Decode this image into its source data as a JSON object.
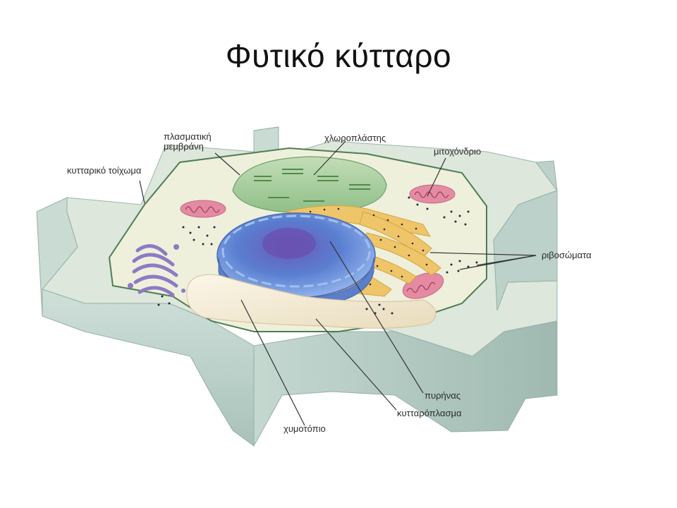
{
  "slide": {
    "title": "Φυτικό κύτταρο"
  },
  "labels": {
    "plasma_membrane_line1": "πλασματική",
    "plasma_membrane_line2": "μεμβράνη",
    "cell_wall": "κυτταρικό τοίχωμα",
    "chloroplast": "χλωροπλάστης",
    "mitochondrion": "μιτοχόνδριο",
    "ribosomes": "ριβοσώματα",
    "nucleus": "πυρήνας",
    "cytoplasm": "κυτταρόπλασμα",
    "vacuole": "χυμοτόπιο"
  },
  "colors": {
    "wall_top": "#dfe8de",
    "wall_side": "#b9cfc7",
    "cytoplasm_fill": "#eef0dc",
    "membrane_line": "#4f7d52",
    "chloroplast": "#a9cf9e",
    "nucleus": "#6b8fd6",
    "nucleolus": "#7a5cb0",
    "er": "#efc56a",
    "mitochondrion": "#e48aa2",
    "golgi": "#8e7ac4",
    "vacuole": "#f1e6cc",
    "ribosome": "#1e2a3a"
  }
}
